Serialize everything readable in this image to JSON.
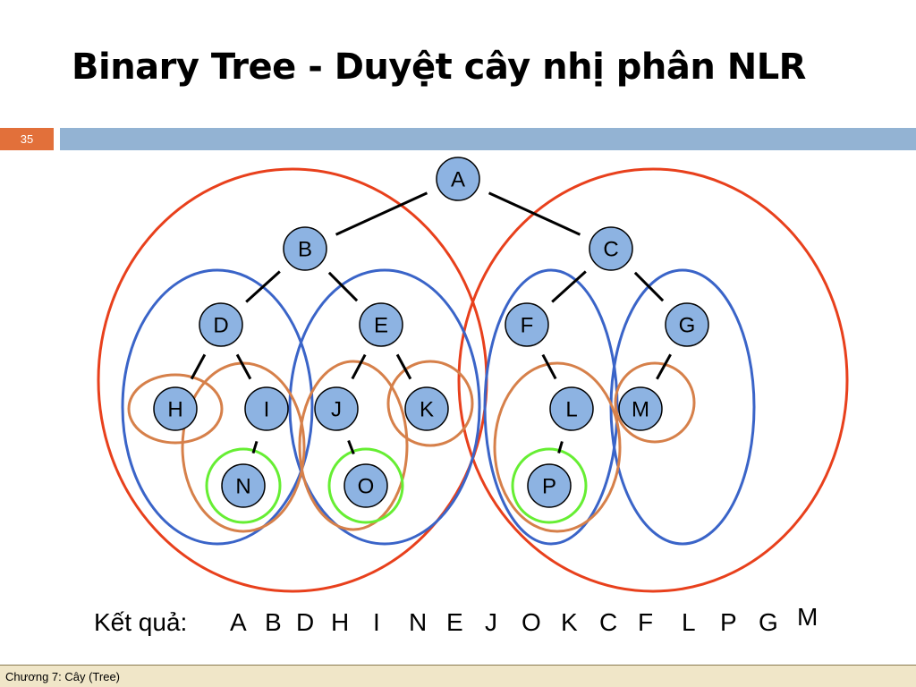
{
  "slide": {
    "title": "Binary Tree - Duyệt cây nhị phân NLR",
    "page_number": "35",
    "footer": "Chương 7: Cây (Tree)"
  },
  "tree": {
    "nodes": [
      {
        "id": "A",
        "label": "A"
      },
      {
        "id": "B",
        "label": "B"
      },
      {
        "id": "C",
        "label": "C"
      },
      {
        "id": "D",
        "label": "D"
      },
      {
        "id": "E",
        "label": "E"
      },
      {
        "id": "F",
        "label": "F"
      },
      {
        "id": "G",
        "label": "G"
      },
      {
        "id": "H",
        "label": "H"
      },
      {
        "id": "I",
        "label": "I"
      },
      {
        "id": "J",
        "label": "J"
      },
      {
        "id": "K",
        "label": "K"
      },
      {
        "id": "L",
        "label": "L"
      },
      {
        "id": "M",
        "label": "M"
      },
      {
        "id": "N",
        "label": "N"
      },
      {
        "id": "O",
        "label": "O"
      },
      {
        "id": "P",
        "label": "P"
      }
    ],
    "edges": [
      [
        "A",
        "B"
      ],
      [
        "A",
        "C"
      ],
      [
        "B",
        "D"
      ],
      [
        "B",
        "E"
      ],
      [
        "C",
        "F"
      ],
      [
        "C",
        "G"
      ],
      [
        "D",
        "H"
      ],
      [
        "D",
        "I"
      ],
      [
        "E",
        "J"
      ],
      [
        "E",
        "K"
      ],
      [
        "F",
        "L"
      ],
      [
        "G",
        "M"
      ],
      [
        "I",
        "N"
      ],
      [
        "J",
        "O"
      ],
      [
        "L",
        "P"
      ]
    ],
    "colors": {
      "node_fill": "#8db3e2",
      "level1_group": "#e8401c",
      "level2_group": "#3a64c8",
      "level3_group": "#d6804a",
      "level4_group": "#66ee33"
    }
  },
  "result": {
    "label": "Kết quả:",
    "sequence": [
      "A",
      "B",
      "D",
      "H",
      "I",
      "N",
      "E",
      "J",
      "O",
      "K",
      "C",
      "F",
      "L",
      "P",
      "G",
      "M"
    ]
  }
}
